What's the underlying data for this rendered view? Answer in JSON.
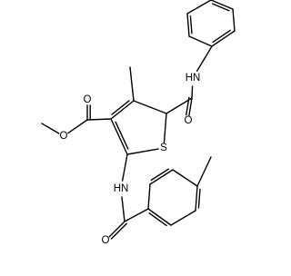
{
  "structure": {
    "background": "#ffffff",
    "line_color": "#000000",
    "atom_labels": {
      "amide_nh_top": "HN",
      "amide_o_top": "O",
      "ester_o_carbonyl": "O",
      "ester_o_methoxy": "O",
      "ring_sulfur": "S",
      "amide_nh_bottom": "HN",
      "amide_o_bottom": "O"
    }
  }
}
